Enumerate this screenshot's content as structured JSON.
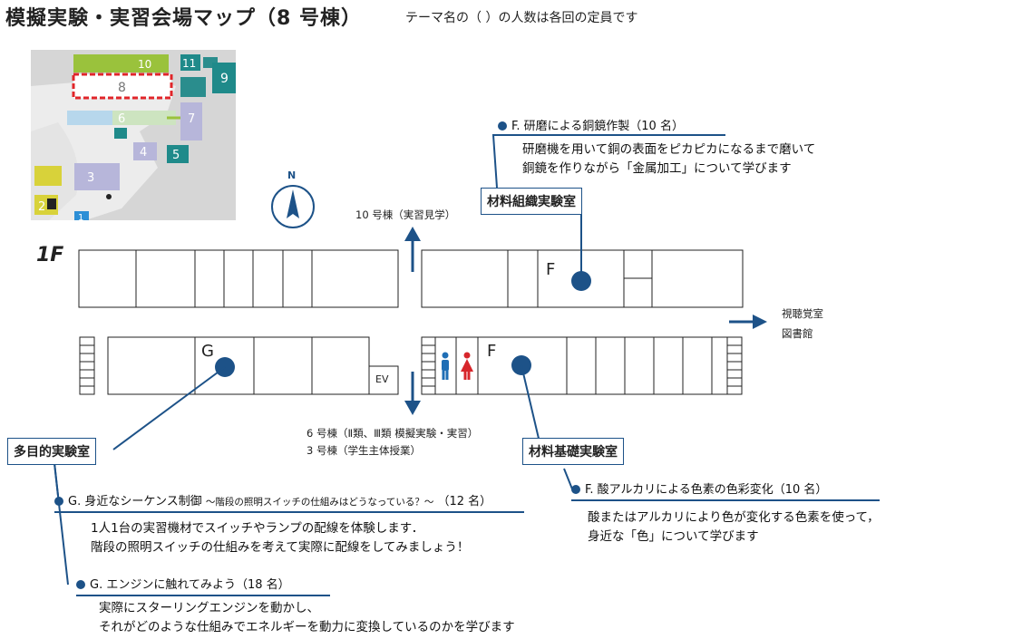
{
  "title": "模擬実験・実習会場マップ（8 号棟）",
  "note": "テーマ名の（ ）の人数は各回の定員です",
  "floor_label": "1F",
  "compass": "N",
  "inset_map": {
    "labels": [
      "10",
      "8",
      "11",
      "9",
      "6",
      "7",
      "4",
      "5",
      "3",
      "2",
      "1"
    ]
  },
  "directions": {
    "to_10": "10 号棟（実習見学）",
    "to_av": [
      "視聴覚室",
      "図書館"
    ],
    "to_6_3": [
      "6 号棟（Ⅱ類、Ⅲ類 模擬実験・実習）",
      "3 号棟（学生主体授業）"
    ]
  },
  "room_letters": {
    "f_top": "F",
    "g": "G",
    "f_bottom": "F",
    "ev": "EV"
  },
  "rooms": {
    "material_structure": "材料組織実験室",
    "multipurpose": "多目的実験室",
    "material_basics": "材料基礎実験室"
  },
  "themes": {
    "f1": {
      "title": "F. 研磨による銅鏡作製（10 名）",
      "desc": [
        "研磨機を用いて銅の表面をピカピカになるまで磨いて",
        "銅鏡を作りながら「金属加工」について学びます"
      ]
    },
    "f2": {
      "title": "F. 酸アルカリによる色素の色彩変化（10 名）",
      "desc": [
        "酸またはアルカリにより色が変化する色素を使って，",
        "身近な「色」について学びます"
      ]
    },
    "g1": {
      "title": "G. 身近なシーケンス制御",
      "subtitle": "～階段の照明スイッチの仕組みはどうなっている？～",
      "count": "（12 名）",
      "desc": [
        "1人1台の実習機材でスイッチやランプの配線を体験します．",
        "階段の照明スイッチの仕組みを考えて実際に配線をしてみましょう！"
      ]
    },
    "g2": {
      "title": "G. エンジンに触れてみよう（18 名）",
      "desc": [
        "実際にスターリングエンジンを動かし、",
        "それがどのような仕組みでエネルギーを動力に変換しているのかを学びます"
      ]
    }
  },
  "colors": {
    "accent": "#1d5288",
    "highlight": "#e0262a",
    "men": "#1f6eb5",
    "women": "#d7262b"
  }
}
